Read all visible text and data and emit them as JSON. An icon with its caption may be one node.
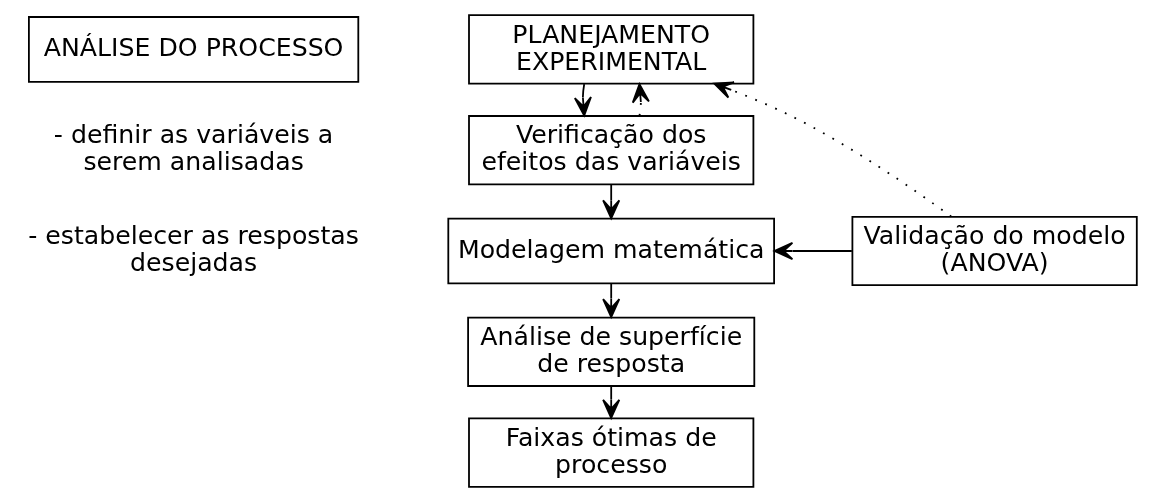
{
  "diagram": {
    "nodes": [
      {
        "text": [
          "ANÁLISE DO PROCESSO"
        ]
      },
      {
        "text": [
          "PLANEJAMENTO EXPERIMENTAL"
        ]
      },
      {
        "text": [
          "Verificação dos efeitos das variáveis"
        ]
      },
      {
        "text": [
          "Modelagem matemática"
        ]
      },
      {
        "text": [
          "Análise de superfície de resposta"
        ]
      },
      {
        "text": [
          "Faixas ótimas de processo"
        ]
      },
      {
        "text": [
          "Validação do modelo (ANOVA)"
        ]
      }
    ],
    "edges": [
      {
        "from": 1,
        "to": 2,
        "arrow": "to"
      },
      {
        "from": 2,
        "to": 3,
        "arrow": "to"
      },
      {
        "from": 3,
        "to": 4,
        "arrow": "to"
      },
      {
        "from": 4,
        "to": 5,
        "arrow": "to"
      },
      {
        "from": 6,
        "to": 3,
        "arrow": "to"
      },
      {
        "from": 6,
        "to": 1,
        "arrow": "to",
        "style": "dashed"
      },
      {
        "from": 2,
        "to": 1,
        "arrow": "to",
        "style": "dashed"
      }
    ],
    "labels": [
      "- definir as variáveis a serem analisadas",
      "- estabelecer as respostas desejadas"
    ]
  }
}
